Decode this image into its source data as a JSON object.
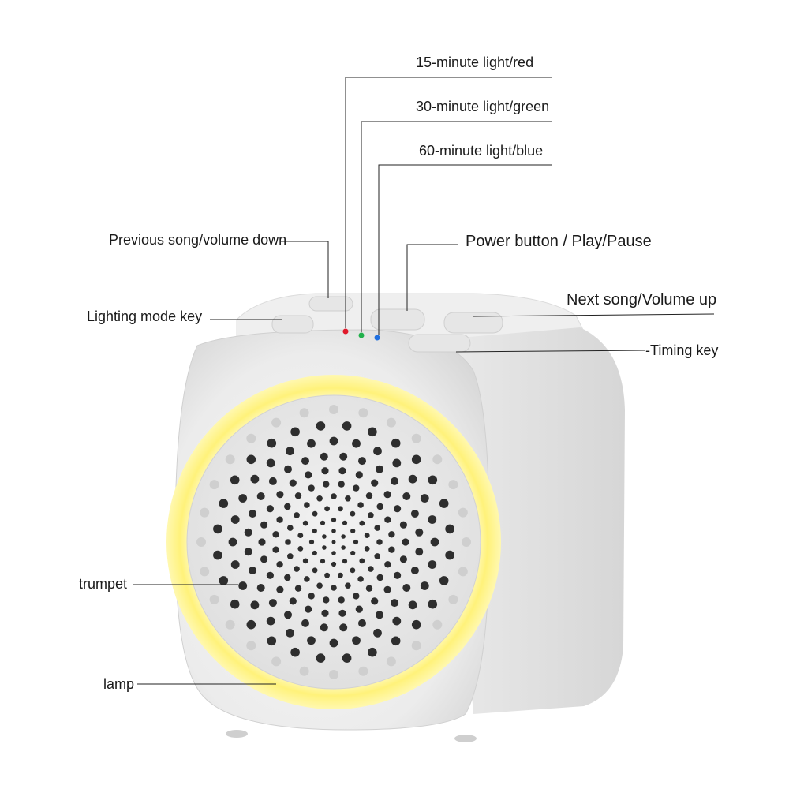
{
  "labels": {
    "light_15": "15-minute light/red",
    "light_30": "30-minute light/green",
    "light_60": "60-minute light/blue",
    "prev_volume_down": "Previous song/volume down",
    "power_play_pause": "Power button / Play/Pause",
    "lighting_mode": "Lighting mode key",
    "next_volume_up": "Next song/Volume up",
    "timing_key": "-Timing key",
    "trumpet": "trumpet",
    "lamp": "lamp"
  },
  "colors": {
    "led_red": "#e0192a",
    "led_green": "#22b14c",
    "led_blue": "#1f6fe0",
    "lamp_ring": "#fff27a",
    "body": "#ececec",
    "grille": "#e6e6e6"
  }
}
